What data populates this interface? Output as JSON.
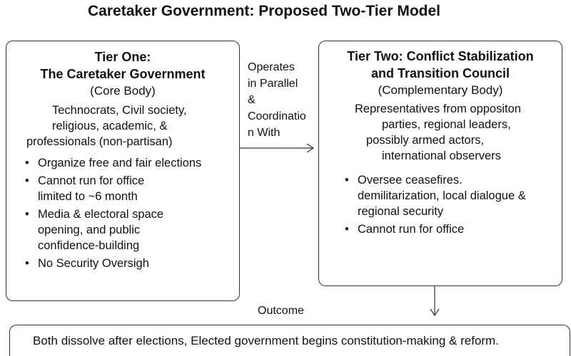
{
  "title": "Caretaker Government: Proposed Two-Tier Model",
  "tier_one": {
    "heading_line1": "Tier One:",
    "heading_line2": "The Caretaker Government",
    "subtitle": "(Core Body)",
    "description": [
      "Technocrats, Civil society,",
      "religious, academic, &",
      "professionals (non-partisan)"
    ],
    "bullets": [
      "Organize free and fair elections",
      "Cannot run for office\nlimited to ~6 month",
      "Media & electoral space\nopening, and public\nconfidence-building",
      "No Security Oversigh"
    ]
  },
  "connector": {
    "label": "Operates\nin Parallel\n&\nCoordinatio\nn With"
  },
  "tier_two": {
    "heading_line1": "Tier Two: Conflict Stabilization",
    "heading_line2": "and Transition Council",
    "subtitle": "(Complementary Body)",
    "description": [
      "Representatives from oppositon",
      "parties, regional leaders,",
      "possibly armed actors,",
      "international observers"
    ],
    "bullets": [
      "Oversee ceasefires.\ndemilitarization, local dialogue &\nregional security",
      "Cannot run for office"
    ]
  },
  "outcome_label": "Outcome",
  "outcome_text": "Both dissolve after elections, Elected government begins constitution-making & reform."
}
